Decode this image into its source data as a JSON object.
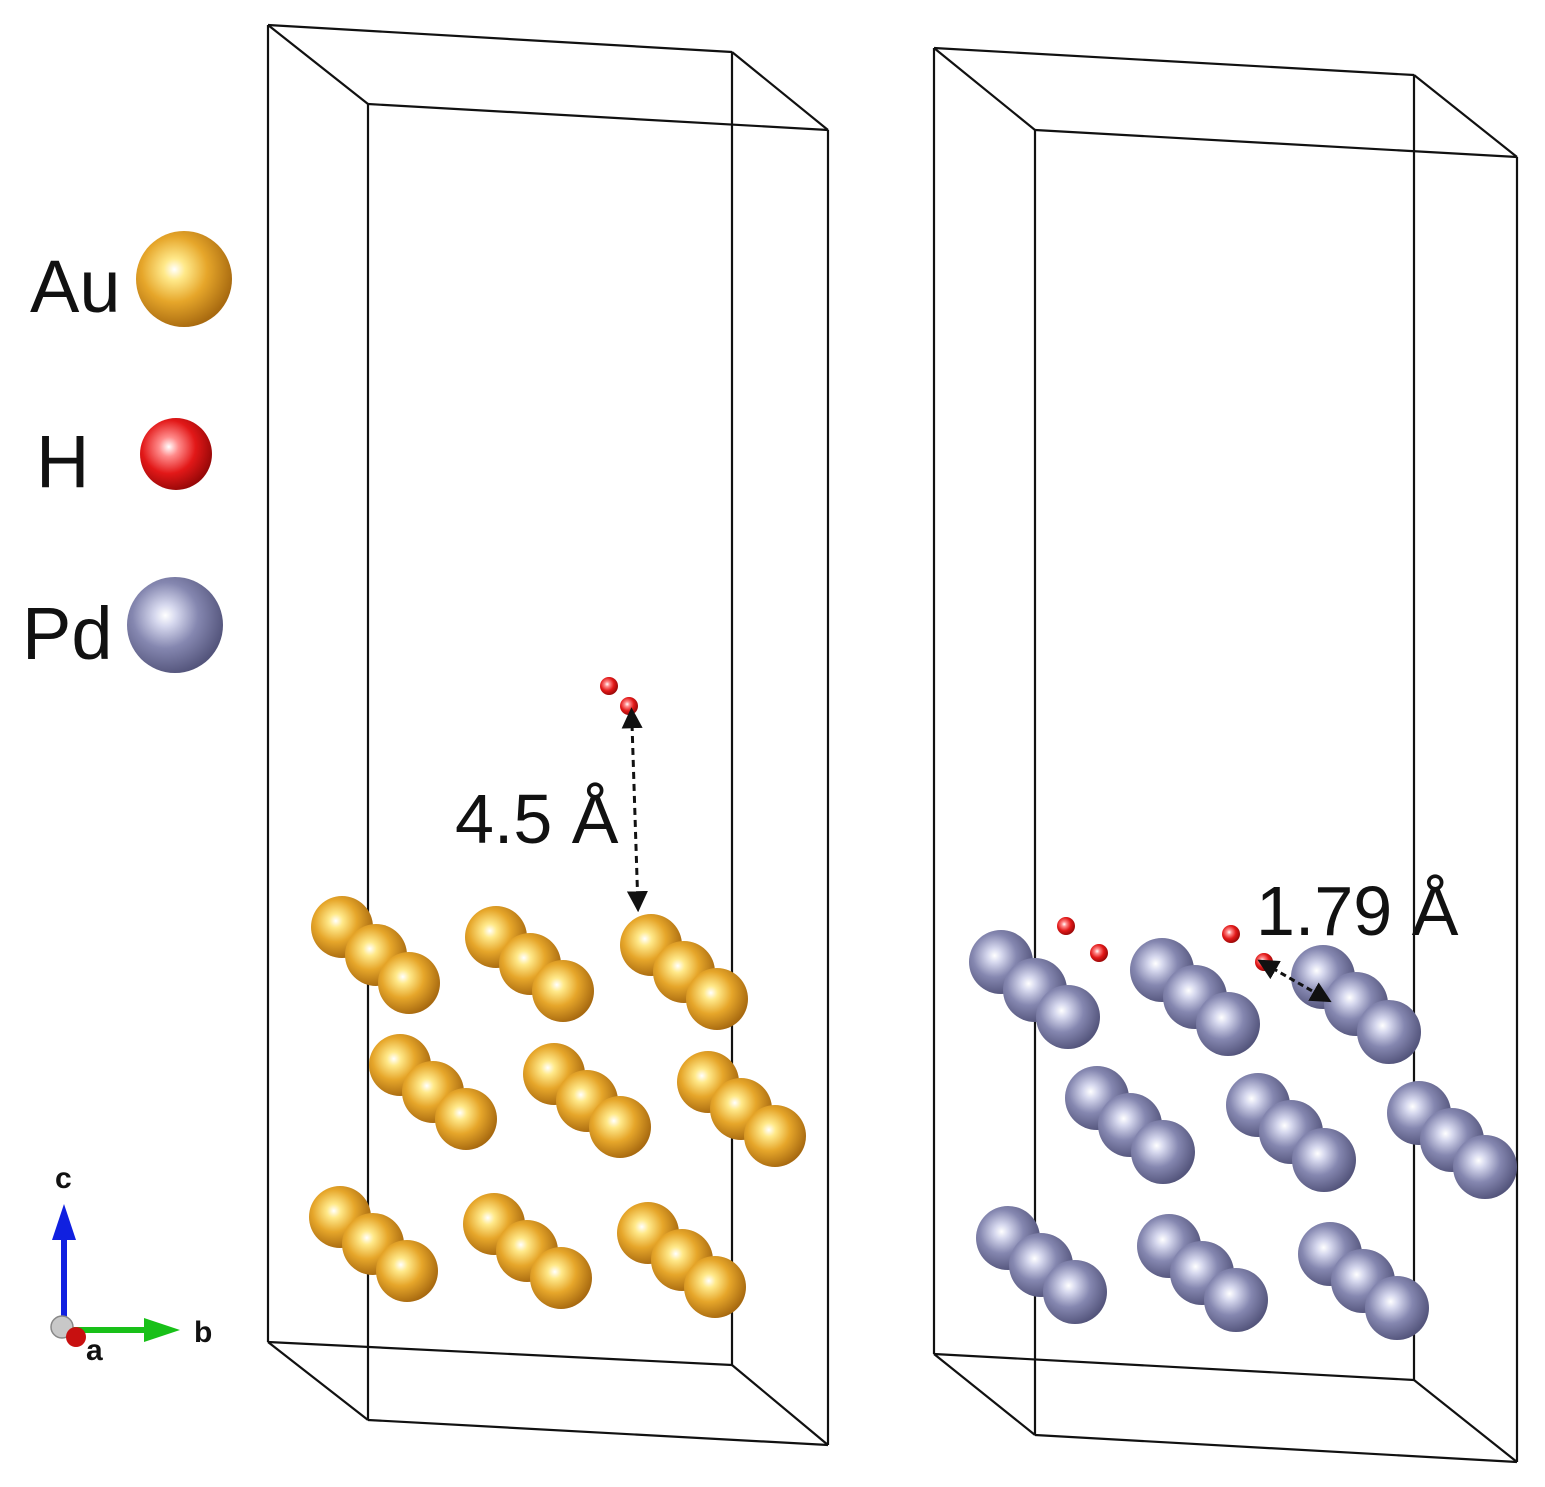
{
  "legend": [
    {
      "element": "Au",
      "color": "#e0a020"
    },
    {
      "element": "H",
      "color": "#e01818"
    },
    {
      "element": "Pd",
      "color": "#7f80aa"
    }
  ],
  "panels": [
    {
      "metal": "Au",
      "distance_label": "4.5 Å"
    },
    {
      "metal": "Pd",
      "distance_label": "1.79 Å"
    }
  ],
  "axes": {
    "c": "c",
    "b": "b",
    "a": "a"
  }
}
